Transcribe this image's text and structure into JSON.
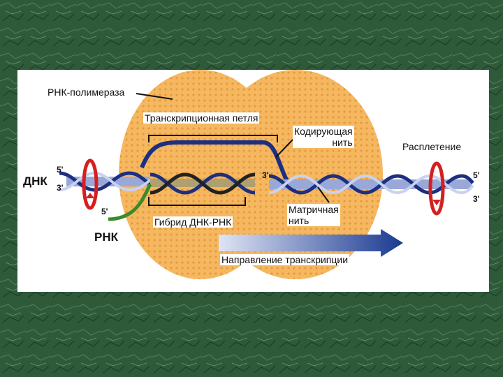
{
  "slide": {
    "background_color": "#2f5a3a",
    "panel_color": "#ffffff"
  },
  "diagram": {
    "labels": {
      "polymerase": "РНК-полимераза",
      "transcription_loop": "Транскрипционная петля",
      "coding_strand": "Кодирующая\nнить",
      "unwinding": "Расплетение",
      "dna": "ДНК",
      "rna": "РНК",
      "hybrid": "Гибрид ДНК-РНК",
      "template_strand": "Матричная\nнить",
      "direction": "Направление транскрипции"
    },
    "end_marks": {
      "left_top": "5'",
      "left_bottom": "3'",
      "rna_end": "5'",
      "loop_end": "3'",
      "right_top": "5'",
      "right_bottom": "3'"
    },
    "colors": {
      "polymerase_fill": "#f5b860",
      "strand_blue": "#1c2f80",
      "strand_light": "#9aa8d8",
      "rna_green": "#3c8a2a",
      "unwind_arrow": "#d42020",
      "direction_arrow": "#1a3a90"
    }
  }
}
